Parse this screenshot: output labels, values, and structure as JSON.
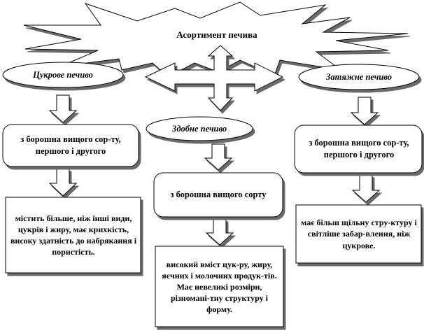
{
  "title": "Асортимент печива",
  "categories": [
    {
      "name": "Цукрове печиво"
    },
    {
      "name": "Здобне печиво"
    },
    {
      "name": "Затяжне печиво"
    }
  ],
  "flour": [
    "з борошна вищого сор-ту, першого і другого",
    "з борошна вищого сорту",
    "з борошна вищого сор-ту, першого і другого"
  ],
  "descriptions": [
    "містить більше, ніж інші види, цукрів і жиру, має крихкість, високу здатність до набрякання і пористість.",
    "високий вміст цук-ру, жиру, яєчних і молочних продук-тів. Має невеликі розміри, різномані-тну структуру і форму.",
    "має більш щільну стру-ктуру і світліше забар-влення, ніж цукрове."
  ]
}
